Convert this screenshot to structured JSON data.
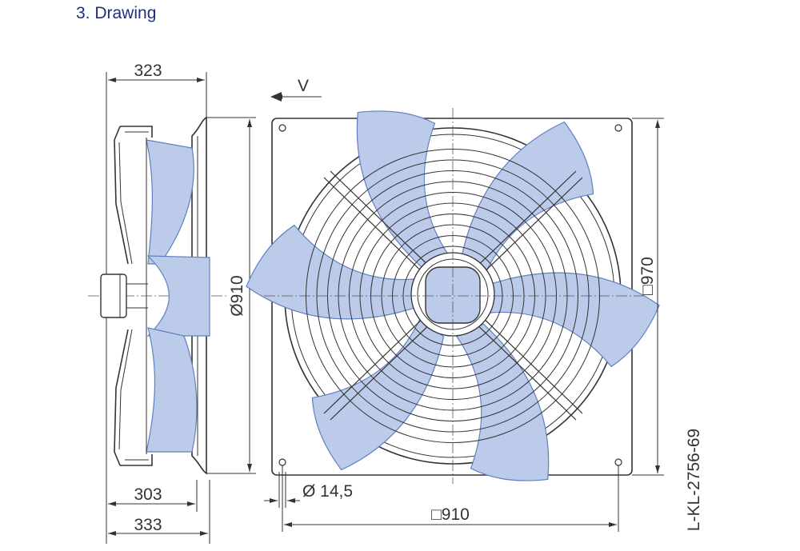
{
  "heading": "3.  Drawing",
  "dimensions": {
    "side_depth_top": "323",
    "flow_direction": "V",
    "diameter": "Ø910",
    "plate_square": "□970",
    "drawing_number": "L-KL-2756-69",
    "depth_303": "303",
    "hole_diameter": "Ø 14,5",
    "hole_spacing": "□910",
    "depth_333": "333"
  },
  "colors": {
    "heading": "#1f2f7f",
    "blade_fill": "#bccbea",
    "blade_stroke": "#5f7fbf"
  }
}
